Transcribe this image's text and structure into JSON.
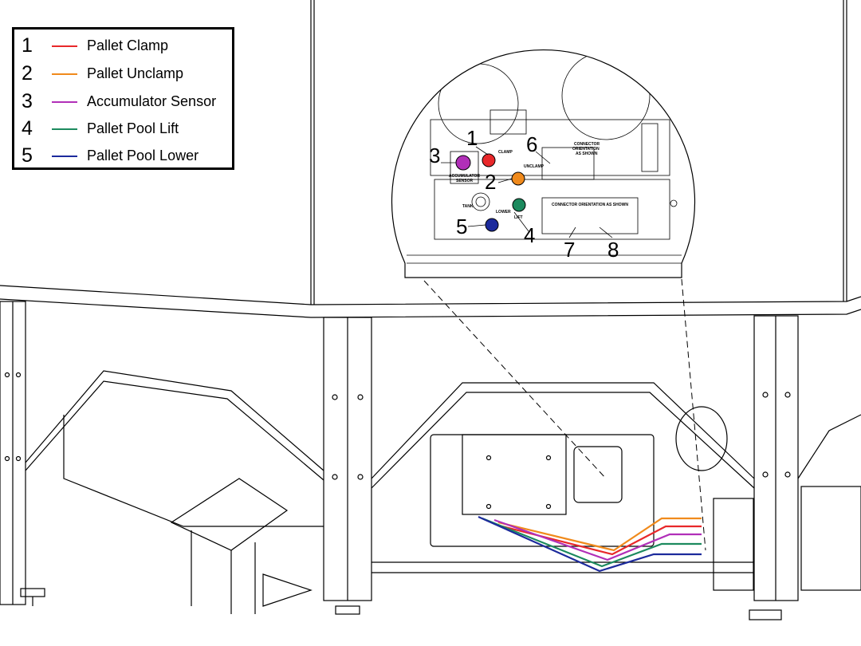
{
  "legend": {
    "items": [
      {
        "num": "1",
        "label": "Pallet Clamp",
        "color": "#e8282a"
      },
      {
        "num": "2",
        "label": "Pallet Unclamp",
        "color": "#f08a1c"
      },
      {
        "num": "3",
        "label": "Accumulator Sensor",
        "color": "#b12fb8"
      },
      {
        "num": "4",
        "label": "Pallet Pool Lift",
        "color": "#1c8a5e"
      },
      {
        "num": "5",
        "label": "Pallet Pool Lower",
        "color": "#1c2a9c"
      }
    ]
  },
  "detail": {
    "callouts": [
      "1",
      "2",
      "3",
      "4",
      "5",
      "6",
      "7",
      "8"
    ],
    "panel_labels": {
      "clamp": "CLAMP",
      "unclamp": "UNCLAMP",
      "accumulator": "ACCUMULATOR",
      "sensor": "SENSOR",
      "tank": "TANK",
      "lower": "LOWER",
      "lift": "LIFT",
      "connector_orientation": "CONNECTOR",
      "orientation": "ORIENTATION",
      "as_shown": "AS SHOWN",
      "connector_orientation_as_shown": "CONNECTOR ORIENTATION AS SHOWN"
    }
  }
}
